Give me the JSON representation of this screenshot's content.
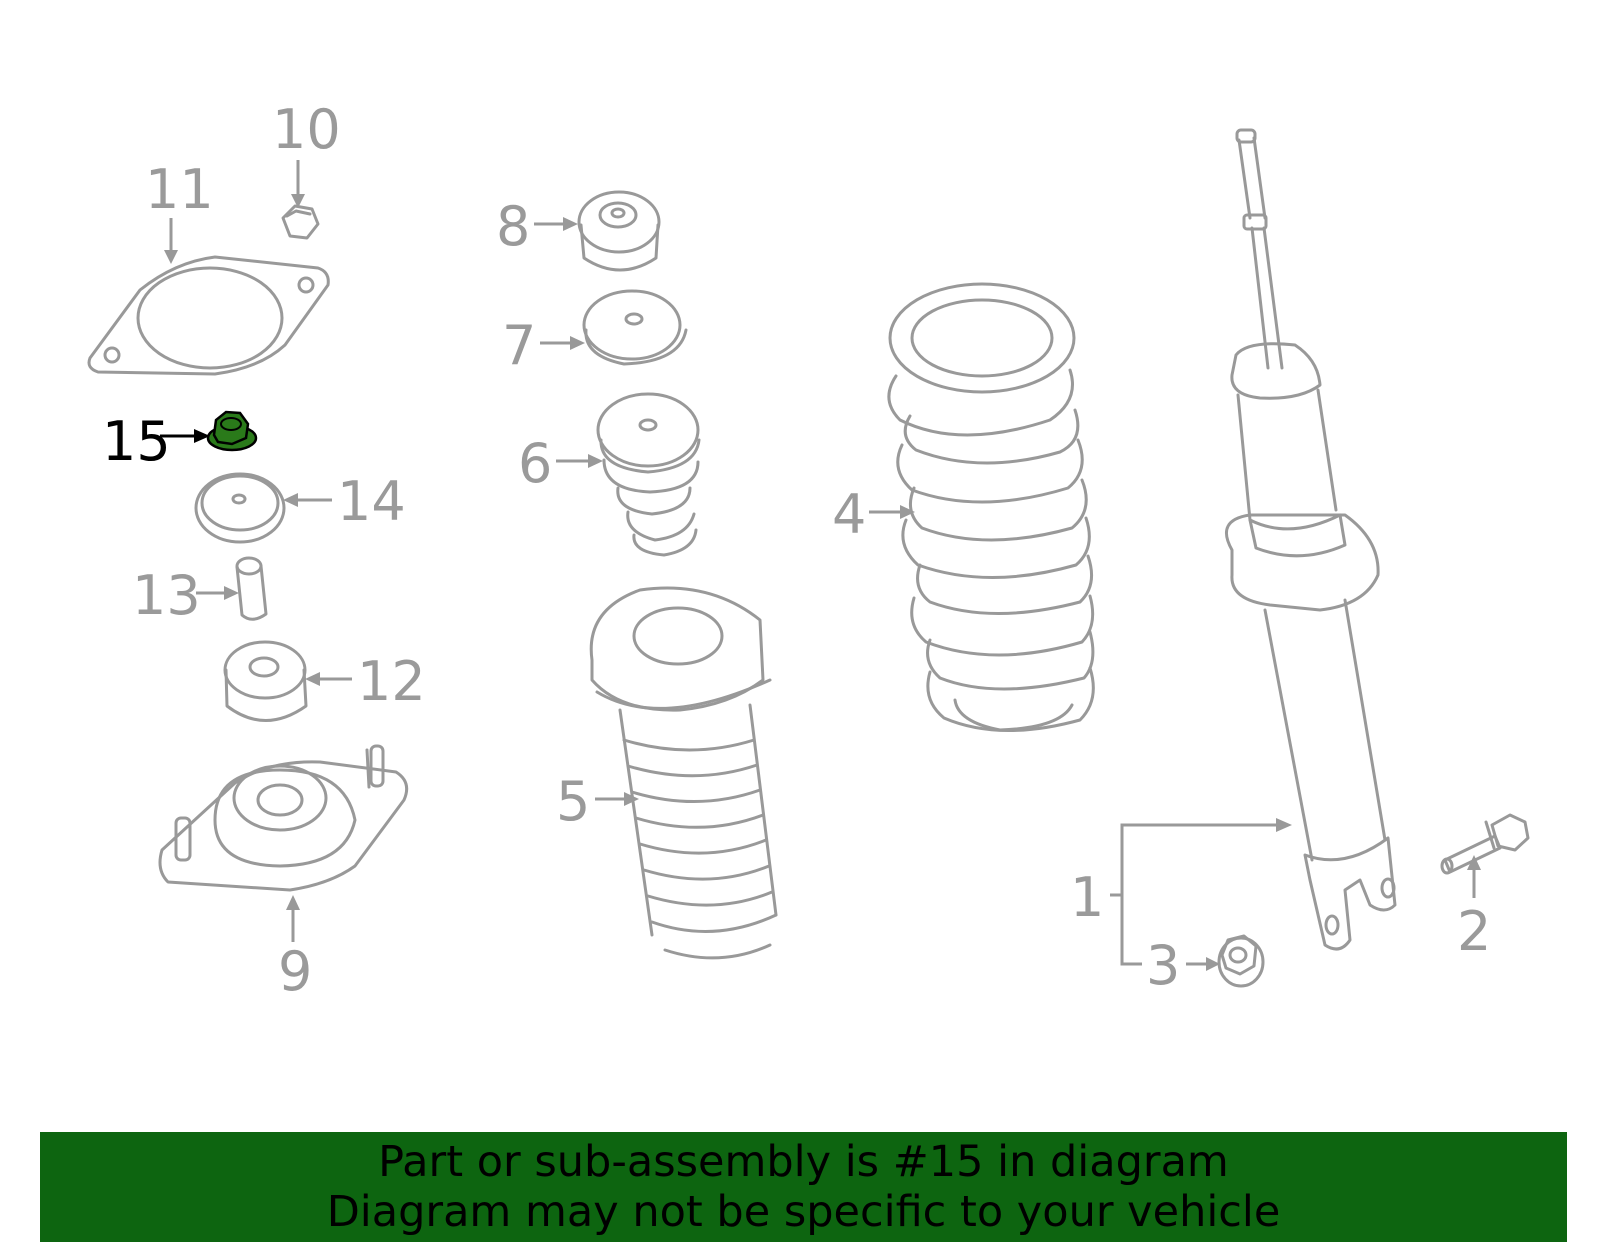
{
  "diagram": {
    "highlight_color": "#2a7a1a",
    "callouts": [
      {
        "id": "1",
        "label": "1"
      },
      {
        "id": "2",
        "label": "2"
      },
      {
        "id": "3",
        "label": "3"
      },
      {
        "id": "4",
        "label": "4"
      },
      {
        "id": "5",
        "label": "5"
      },
      {
        "id": "6",
        "label": "6"
      },
      {
        "id": "7",
        "label": "7"
      },
      {
        "id": "8",
        "label": "8"
      },
      {
        "id": "9",
        "label": "9"
      },
      {
        "id": "10",
        "label": "10"
      },
      {
        "id": "11",
        "label": "11"
      },
      {
        "id": "12",
        "label": "12"
      },
      {
        "id": "13",
        "label": "13"
      },
      {
        "id": "14",
        "label": "14"
      },
      {
        "id": "15",
        "label": "15",
        "highlighted": true
      }
    ]
  },
  "banner": {
    "line1": "Part or sub-assembly is #15 in diagram",
    "line2": "Diagram may not be specific to your vehicle",
    "background": "#0d6510"
  }
}
